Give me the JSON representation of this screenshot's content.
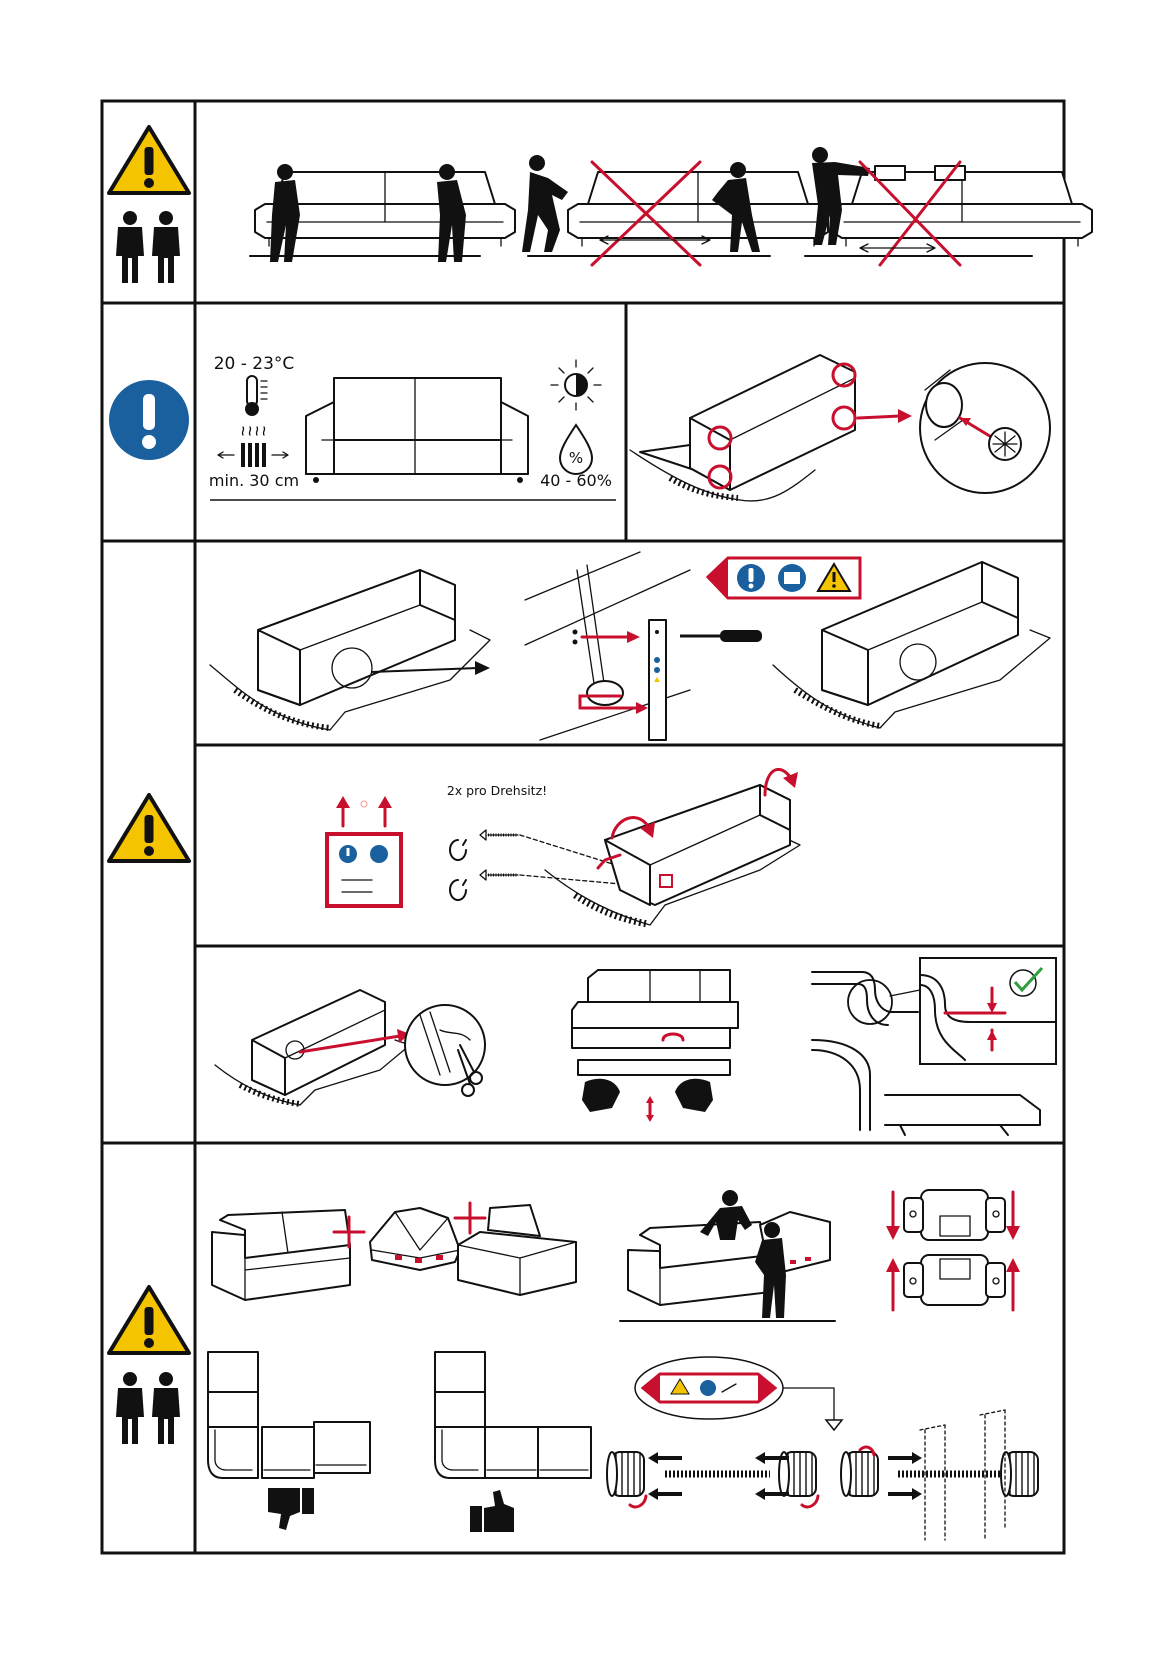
{
  "colors": {
    "frame": "#111111",
    "accent_red": "#c8102e",
    "warning_yellow": "#f5c400",
    "mandatory_blue": "#1a5f9e"
  },
  "icons": [
    "warning-icon",
    "two-persons-icon",
    "mandatory-icon",
    "thermometer-icon",
    "radiator-icon",
    "sun-icon",
    "humidity-icon",
    "screwdriver-icon",
    "manual-icon",
    "scissors-icon",
    "thumbs-down-icon",
    "thumbs-up-icon",
    "checkmark-icon",
    "hands-icon"
  ],
  "climate": {
    "temperature": "20 - 23°C",
    "distance": "min. 30 cm",
    "humidity": "40 - 60%",
    "percent_symbol": "%"
  },
  "swivel": {
    "note": "2x pro Drehsitz!"
  }
}
